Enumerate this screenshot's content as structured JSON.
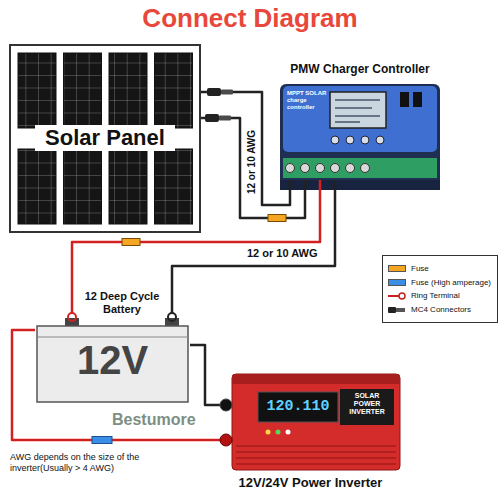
{
  "diagram": {
    "title": "Connect Diagram",
    "nodes": [
      {
        "text": [
          "Solar Panel"
        ]
      },
      {
        "text": [
          "PMW Charger Controller"
        ]
      },
      {
        "text": [
          "12 Deep Cycle Battery",
          "12V"
        ]
      },
      {
        "text": [
          "12V/24V Power Inverter"
        ]
      }
    ],
    "edges": [
      {
        "from": 0,
        "to": 1,
        "arrow": "none",
        "label": "12 or 10 AWG"
      },
      {
        "from": 0,
        "to": 1,
        "arrow": "none"
      },
      {
        "from": 1,
        "to": 2,
        "arrow": "none",
        "label": "12 or 10 AWG"
      },
      {
        "from": 1,
        "to": 2,
        "arrow": "none"
      },
      {
        "from": 2,
        "to": 3,
        "arrow": "none"
      },
      {
        "from": 2,
        "to": 3,
        "arrow": "none"
      }
    ],
    "labels": [
      "MPPT SOLAR charge controller",
      "120.110",
      "SOLAR POWER INVERTER",
      "Bestumore",
      "AWG depends on the size of the inverter(Usually > 4 AWG)"
    ],
    "legend": [
      {
        "text": "Fuse",
        "color": "#f5a623"
      },
      {
        "text": "Fuse (High amperage)",
        "color": "#3a8ee6"
      },
      {
        "text": "Ring Terminal"
      },
      {
        "text": "MC4 Connectors"
      }
    ]
  }
}
